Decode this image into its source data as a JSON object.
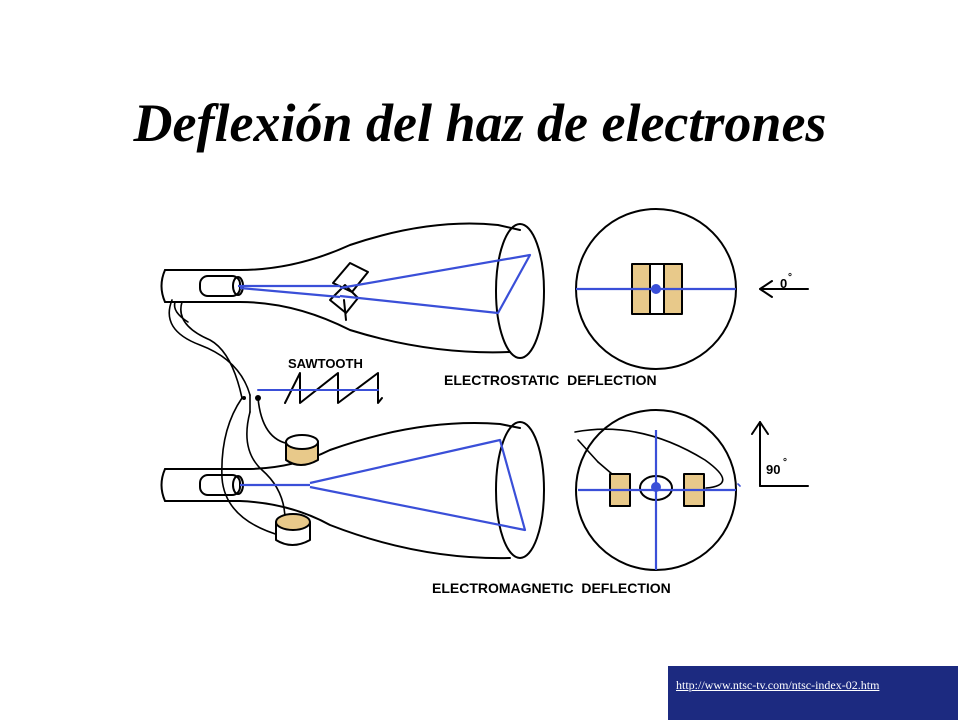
{
  "title": "Deflexión del haz de electrones",
  "diagram": {
    "sawtooth_label": "SAWTOOTH",
    "electrostatic_label": "ELECTROSTATIC  DEFLECTION",
    "electromagnetic_label": "ELECTROMAGNETIC  DEFLECTION",
    "angle_0": "0",
    "angle_90": "90",
    "degree_symbol": "°"
  },
  "footer": {
    "url": "http://www.ntsc-tv.com/ntsc-index-02.htm"
  },
  "colors": {
    "beam": "#3a4fd8",
    "plate": "#e8c98a",
    "footer_bg": "#1c2a80"
  }
}
